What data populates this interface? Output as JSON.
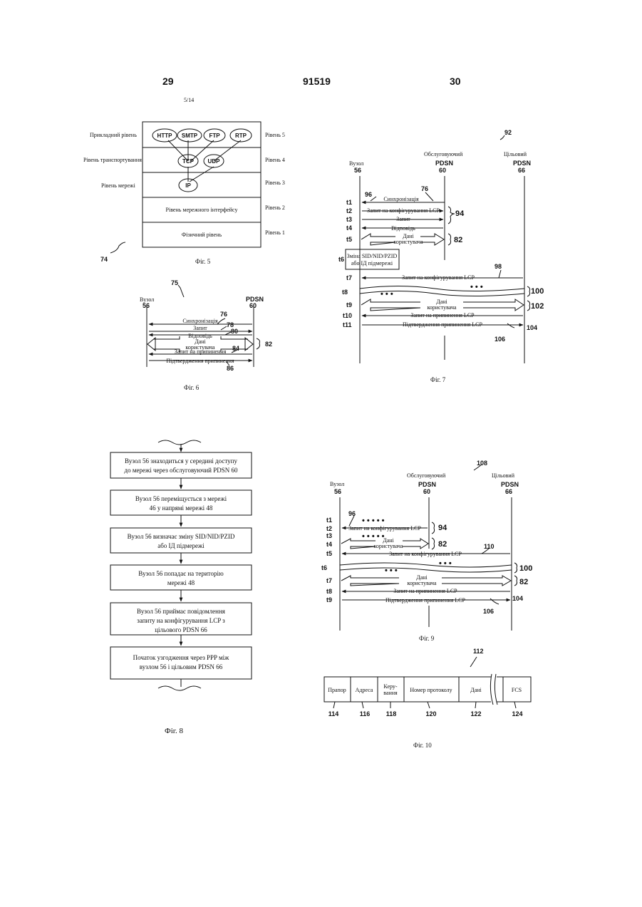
{
  "header": {
    "left_page": "29",
    "center_number": "91519",
    "right_page": "30"
  },
  "sheet_mark": "5/14",
  "fig5": {
    "caption": "Фіг. 5",
    "ref": "74",
    "layers_left": [
      "Прикладний рівень",
      "Рівень транспортування",
      "Рівень мережі"
    ],
    "layers_right": [
      "Рівень 5",
      "Рівень 4",
      "Рівень 3",
      "Рівень 2",
      "Рівень 1"
    ],
    "protocols": [
      "HTTP",
      "SMTP",
      "FTP",
      "RTP",
      "TCP",
      "UDP",
      "IP"
    ],
    "layer2": "Рівень мережного інтерфейсу",
    "layer1": "Фізичний рівень"
  },
  "fig6": {
    "caption": "Фіг. 6",
    "ref": "75",
    "node": [
      "Вузол",
      "56"
    ],
    "pdsn": [
      "PDSN",
      "60"
    ],
    "messages": [
      "Синхронізація",
      "Запит",
      "Відповідь",
      "Дані",
      "користувача",
      "Запит на припинення",
      "Підтвердження припинення"
    ],
    "refs": [
      "76",
      "78",
      "80",
      "84",
      "82",
      "86"
    ]
  },
  "fig7": {
    "caption": "Фіг. 7",
    "ref": "92",
    "node": [
      "Вузол",
      "56"
    ],
    "serving": [
      "Обслуговуючий",
      "PDSN",
      "60"
    ],
    "target": [
      "Цільовий",
      "PDSN",
      "66"
    ],
    "times": [
      "t1",
      "t2",
      "t3",
      "t4",
      "t5",
      "t6",
      "t7",
      "t8",
      "t9",
      "t10",
      "t11"
    ],
    "messages": [
      "Синхронізація",
      "Запит на конфігурування LCP",
      "Запит",
      "Відповідь",
      "Дані",
      "користувача",
      "Запит на конфігурування LCP",
      "Дані",
      "користувача",
      "Запит на припинення LCP",
      "Підтвердження припинення LCP"
    ],
    "box": [
      "Зміна SID/NID/PZID",
      "або ІД підмережі"
    ],
    "refs": [
      "96",
      "76",
      "94",
      "82",
      "98",
      "100",
      "102",
      "104",
      "106"
    ]
  },
  "fig8": {
    "caption": "Фіг. 8",
    "steps": [
      [
        "Вузол 56 знаходиться у середині доступу",
        "до мережі через обслуговуючий PDSN 60"
      ],
      [
        "Вузол 56 переміщується з мережі",
        "46 у напрямі мережі 48"
      ],
      [
        "Вузол 56 визначає зміну SID/NID/PZID",
        "або ІД підмережі"
      ],
      [
        "Вузол 56 попадає на територію",
        "мережі 48"
      ],
      [
        "Вузол 56 приймає повідомлення",
        "запиту на конфігурування LCP з",
        "цільового PDSN 66"
      ],
      [
        "Початок узгодження через PPP між",
        "вузлом 56 і цільовим PDSN 66"
      ]
    ]
  },
  "fig9": {
    "caption": "Фіг. 9",
    "ref": "108",
    "node": [
      "Вузол",
      "56"
    ],
    "serving": [
      "Обслуговуючий",
      "PDSN",
      "60"
    ],
    "target": [
      "Цільовий",
      "PDSN",
      "66"
    ],
    "times": [
      "t1",
      "t2",
      "t3",
      "t4",
      "t5",
      "t6",
      "t7",
      "t8",
      "t9"
    ],
    "messages": [
      "Запит на конфігурування LCP",
      "Дані",
      "користувача",
      "Запит на конфігурування LCP",
      "Дані",
      "користувача",
      "Запит на припинення LCP",
      "Підтвердження припинення LCP"
    ],
    "refs": [
      "96",
      "94",
      "82",
      "110",
      "100",
      "82",
      "104",
      "106"
    ]
  },
  "fig10": {
    "caption": "Фіг. 10",
    "ref": "112",
    "fields": [
      "Прапор",
      "Адреса",
      "Керу-",
      "вання",
      "Номер протоколу",
      "Дані",
      "FCS"
    ],
    "refs": [
      "114",
      "116",
      "118",
      "120",
      "122",
      "124"
    ]
  }
}
